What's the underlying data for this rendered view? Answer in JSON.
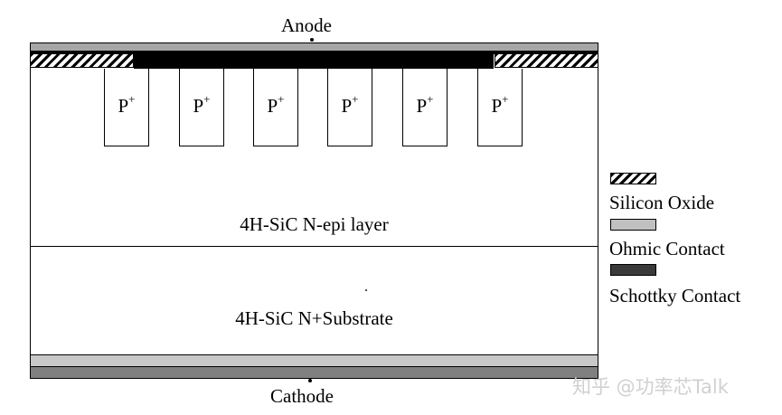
{
  "terminals": {
    "anode": "Anode",
    "cathode": "Cathode"
  },
  "p_regions": [
    {
      "base": "P",
      "sup": "+"
    },
    {
      "base": "P",
      "sup": "+"
    },
    {
      "base": "P",
      "sup": "+"
    },
    {
      "base": "P",
      "sup": "+"
    },
    {
      "base": "P",
      "sup": "+"
    },
    {
      "base": "P",
      "sup": "+"
    }
  ],
  "layers": {
    "epi": "4H-SiC N-epi layer",
    "substrate": "4H-SiC N+Substrate"
  },
  "legend": {
    "oxide": "Silicon Oxide",
    "ohmic": "Ohmic Contact",
    "schottky": "Schottky Contact"
  },
  "watermark": "知乎 @功率芯Talk",
  "colors": {
    "ohmic": "#a6a6a6",
    "schottky": "#000000",
    "bottom_ohmic_light": "#c8c8c8",
    "bottom_ohmic_dark": "#808080"
  }
}
